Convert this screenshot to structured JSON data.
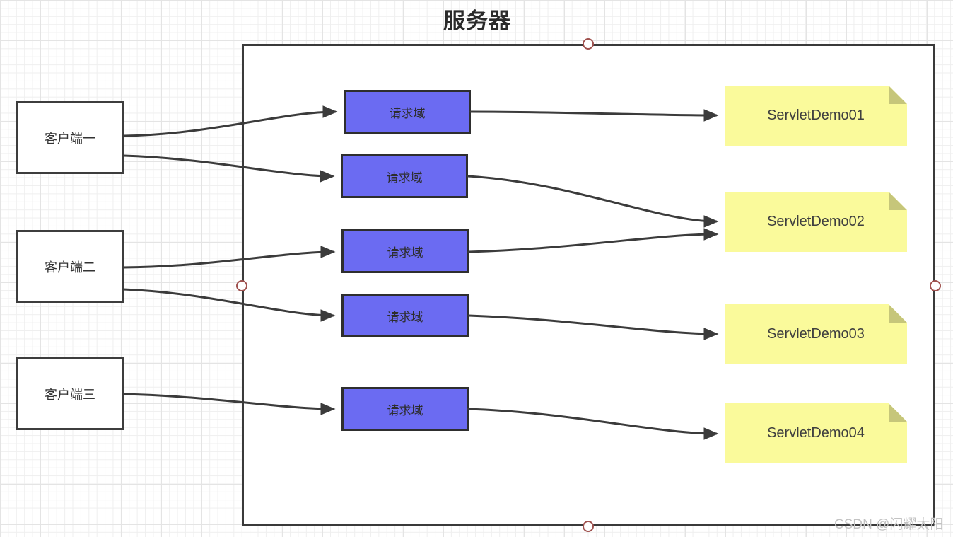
{
  "title": "服务器",
  "watermark": "CSDN @闪耀太阳",
  "clients": [
    {
      "label": "客户端一"
    },
    {
      "label": "客户端二"
    },
    {
      "label": "客户端三"
    }
  ],
  "scopes": [
    {
      "label": "请求域"
    },
    {
      "label": "请求域"
    },
    {
      "label": "请求域"
    },
    {
      "label": "请求域"
    },
    {
      "label": "请求域"
    }
  ],
  "servlets": [
    {
      "label": "ServletDemo01"
    },
    {
      "label": "ServletDemo02"
    },
    {
      "label": "ServletDemo03"
    },
    {
      "label": "ServletDemo04"
    }
  ],
  "colors": {
    "scope_fill": "#6b6bf2",
    "note_fill": "#fafa9b",
    "note_fold": "#c6c67a",
    "edge_stroke": "#3b3b3b",
    "handle_stroke": "#a0524f",
    "border": "#3a3a3a"
  }
}
